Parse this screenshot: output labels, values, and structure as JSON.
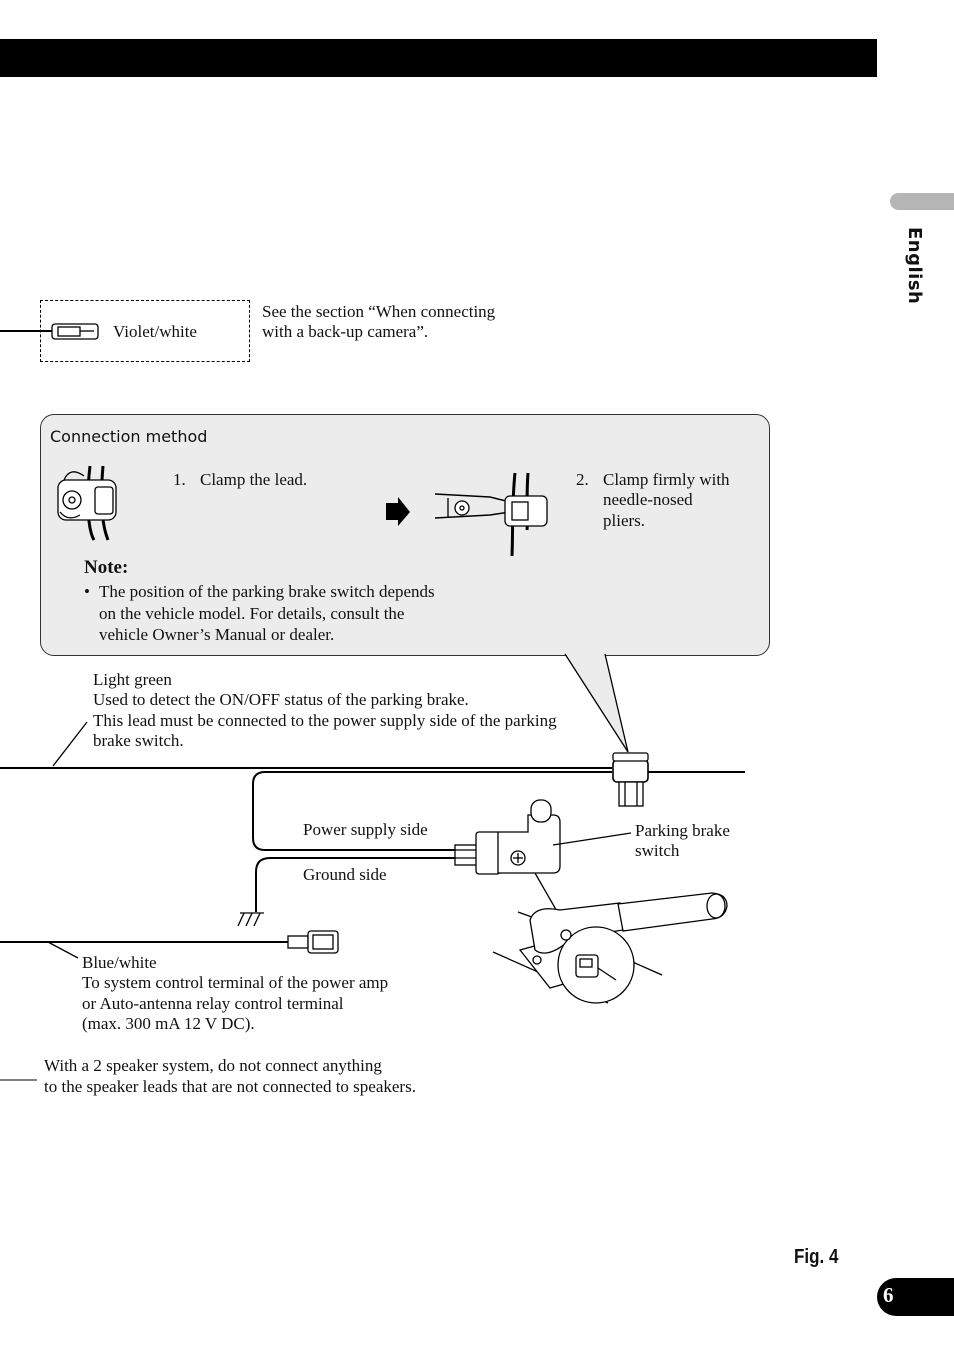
{
  "language_tab": "English",
  "violet": {
    "label": "Violet/white",
    "note_line1": "See the section “When connecting",
    "note_line2": "with a back-up camera”."
  },
  "connection_method": {
    "title": "Connection method",
    "step1": {
      "number": "1.",
      "text": "Clamp the lead."
    },
    "step2": {
      "number": "2.",
      "line1": "Clamp firmly with",
      "line2": "needle-nosed",
      "line3": "pliers."
    },
    "note_heading": "Note:",
    "note_bullet": "•",
    "note_line1": "The position of the parking brake switch depends",
    "note_line2": "on the vehicle model. For details, consult the",
    "note_line3": "vehicle Owner’s Manual or dealer."
  },
  "light_green": {
    "line1": "Light green",
    "line2": "Used to detect the ON/OFF status of the parking brake.",
    "line3": "This lead must be connected to the power supply side of the parking",
    "line4": "brake switch."
  },
  "switch_labels": {
    "power_supply_side": "Power supply side",
    "ground_side": "Ground side",
    "parking_brake_line1": "Parking brake",
    "parking_brake_line2": "switch"
  },
  "blue_white": {
    "line1": "Blue/white",
    "line2": "To system control terminal of the power amp",
    "line3": "or Auto-antenna relay control terminal",
    "line4": "(max. 300 mA 12 V DC)."
  },
  "speaker_note": {
    "line1": "With a 2 speaker system, do not connect anything",
    "line2": "to the speaker leads that are not connected to speakers."
  },
  "figure_label": "Fig. 4",
  "page_number": "6"
}
